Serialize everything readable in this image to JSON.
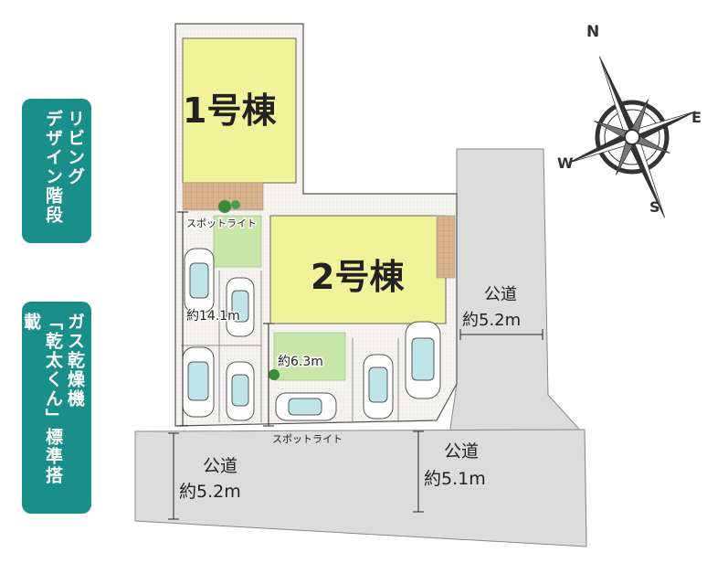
{
  "badges": {
    "living_stairs": [
      "リビング",
      "デザイン階段"
    ],
    "gas_dryer": [
      "ガス乾燥機",
      "「乾太くん」標準搭載"
    ]
  },
  "buildings": {
    "building1": "1号棟",
    "building2": "2号棟"
  },
  "labels": {
    "spotlight_top": "スポットライト",
    "spotlight_bottom": "スポットライト",
    "width_1": "約14.1m",
    "width_2": "約6.3m"
  },
  "roads": {
    "east_name": "公道",
    "east_width": "約5.2m",
    "south_left_name": "公道",
    "south_left_width": "約5.2m",
    "south_right_name": "公道",
    "south_right_width": "約5.1m"
  },
  "compass": {
    "n": "N",
    "e": "E",
    "s": "S",
    "w": "W"
  },
  "colors": {
    "badge": "#1a8f8a",
    "building": "#f1f39b",
    "road": "#dcdcdc",
    "lot": "#f7f7f2",
    "lawn": "#c8e6a8",
    "tile": "#d9b48f"
  }
}
